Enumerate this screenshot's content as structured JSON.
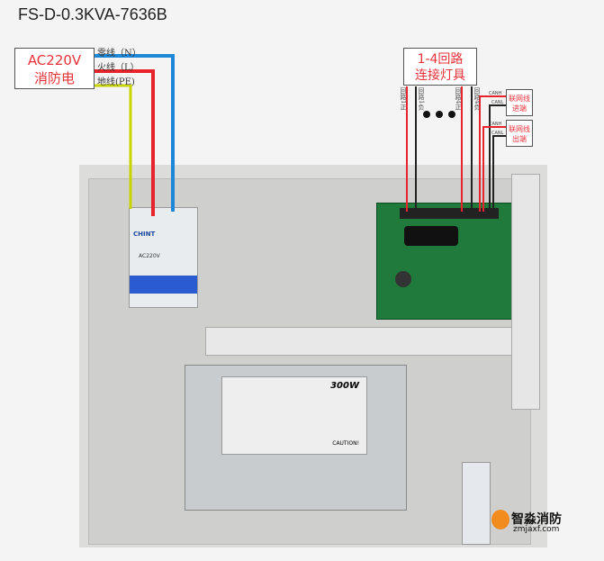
{
  "title": "FS-D-0.3KVA-7636B",
  "ac_box": {
    "line1": "AC220V",
    "line2": "消防电"
  },
  "wires": {
    "neutral": "零线（N）",
    "live": "火线（L）",
    "earth": "地线(PE)"
  },
  "lamp_box": {
    "line1": "1-4回路",
    "line2": "连接灯具"
  },
  "loop_labels": [
    "回路1正",
    "回路1负",
    "回路4正",
    "回路4负"
  ],
  "network": {
    "in_label": "联网线进端",
    "out_label": "联网线出端",
    "canh": "CANH",
    "canl": "CANL"
  },
  "psu": {
    "power": "300W",
    "caution": "CAUTION!"
  },
  "breaker": {
    "brand": "CHINT",
    "voltage": "AC220V"
  },
  "watermark": {
    "name": "智淼消防",
    "url": "zmjaxf.com"
  },
  "colors": {
    "neutral": "#1e88d8",
    "live": "#e8232b",
    "earth": "#c8d400",
    "board": "#1f7a3c"
  }
}
